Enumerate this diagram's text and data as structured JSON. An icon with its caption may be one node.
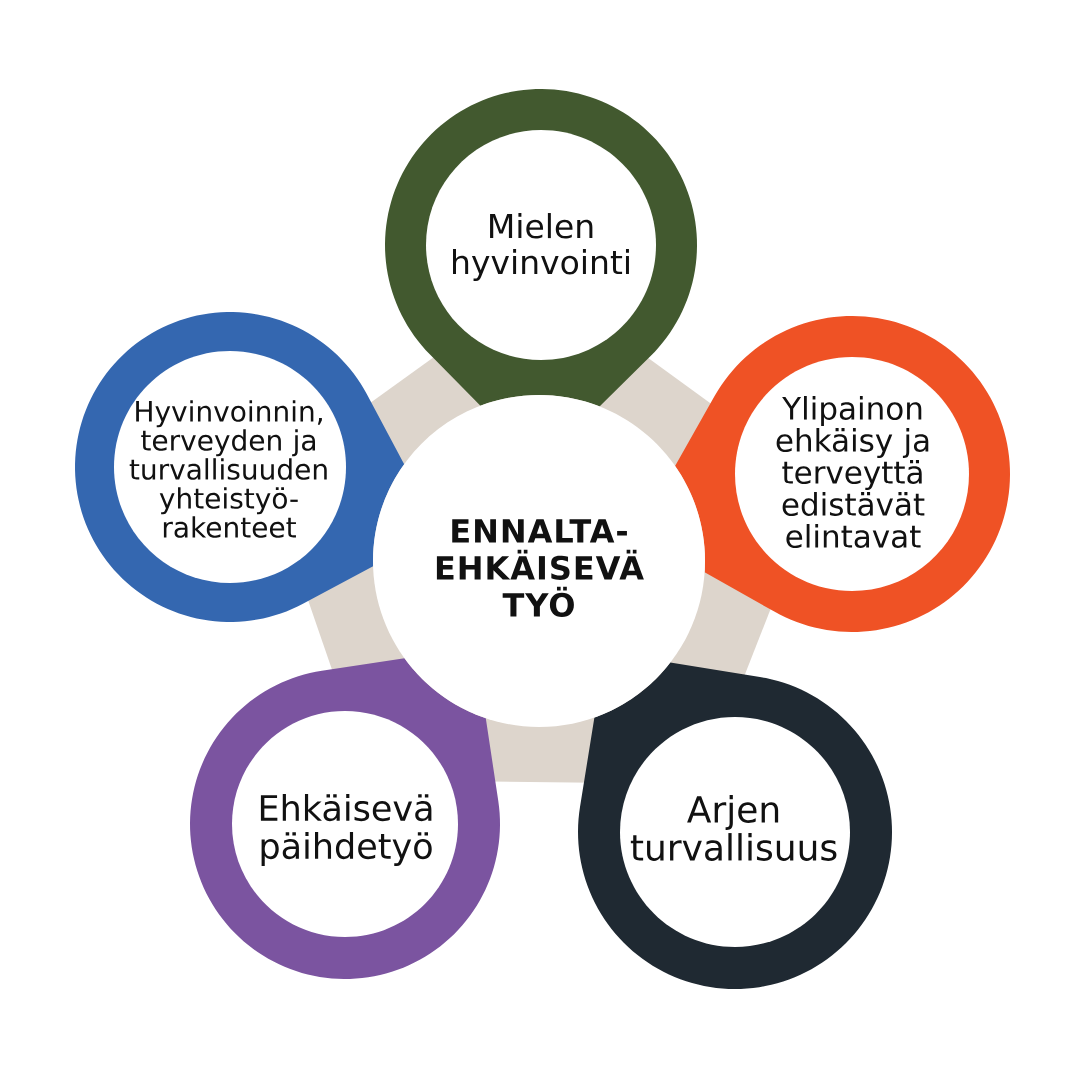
{
  "diagram": {
    "nodes": [
      {
        "text": [
          "ENNALTA-EHKÄISEVÄ TYÖ"
        ]
      },
      {
        "text": [
          "Mielen hyvinvointi"
        ]
      },
      {
        "text": [
          "Ylipainon ehkäisy ja terveyttä edistävät elintavat"
        ]
      },
      {
        "text": [
          "Arjen turvallisuus"
        ]
      },
      {
        "text": [
          "Ehkäisevä päihdetyö"
        ]
      },
      {
        "text": [
          "Hyvinvoinnin, terveyden ja turvallisuuden yhteistyö-rakenteet"
        ]
      }
    ]
  }
}
